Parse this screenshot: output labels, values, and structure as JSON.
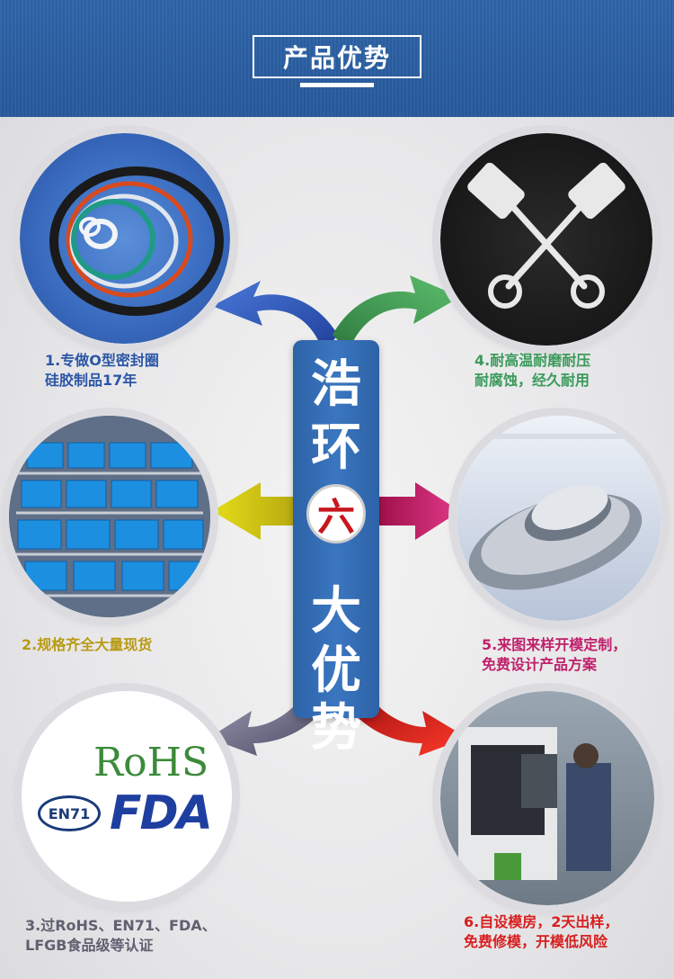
{
  "header": {
    "title": "产品优势"
  },
  "center": {
    "chars": [
      "浩",
      "环",
      "六",
      "大",
      "优",
      "势"
    ]
  },
  "items": [
    {
      "lines": [
        "1.专做O型密封圈",
        "硅胶制品17年"
      ],
      "color": "#2b56a6",
      "image": "o-ring-seals-photo"
    },
    {
      "lines": [
        "2.规格齐全大量现货"
      ],
      "color": "#b89a14",
      "image": "warehouse-shelves-photo"
    },
    {
      "lines": [
        "3.过RoHS、EN71、FDA、",
        "LFGB食品级等认证"
      ],
      "color": "#606070",
      "image": "certification-logos",
      "logos": {
        "rohs": "RoHS",
        "en71": "EN71",
        "fda": "FDA"
      }
    },
    {
      "lines": [
        "4.耐高温耐磨耐压",
        "耐腐蚀，经久耐用"
      ],
      "color": "#3a9a5a",
      "image": "crossed-pistons-photo"
    },
    {
      "lines": [
        "5.来图来样开模定制，",
        "免费设计产品方案"
      ],
      "color": "#c0206a",
      "image": "cad-part-render"
    },
    {
      "lines": [
        "6.自设模房，2天出样，",
        "免费修模，开模低风险"
      ],
      "color": "#d81e1e",
      "image": "cnc-machine-photo"
    }
  ]
}
